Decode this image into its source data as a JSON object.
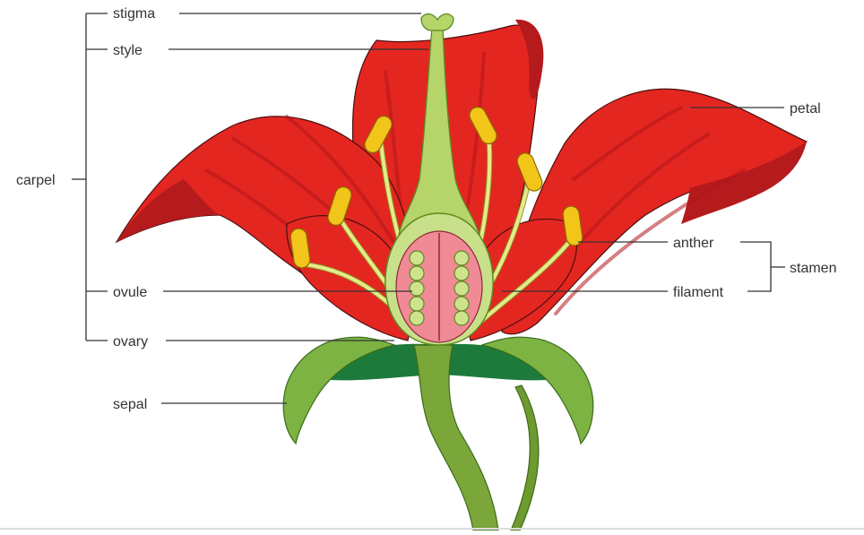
{
  "labels": {
    "stigma": "stigma",
    "style": "style",
    "carpel": "carpel",
    "ovule": "ovule",
    "ovary": "ovary",
    "sepal": "sepal",
    "petal": "petal",
    "anther": "anther",
    "filament": "filament",
    "stamen": "stamen"
  },
  "colors": {
    "petal": "#e42620",
    "petal_shadow": "#b51a1c",
    "sepal": "#7cb342",
    "sepal_dark": "#1e7a3a",
    "stem": "#7aa63a",
    "ovary": "#c9e08a",
    "ovary_inner": "#f08a95",
    "anther": "#f2c51a"
  }
}
